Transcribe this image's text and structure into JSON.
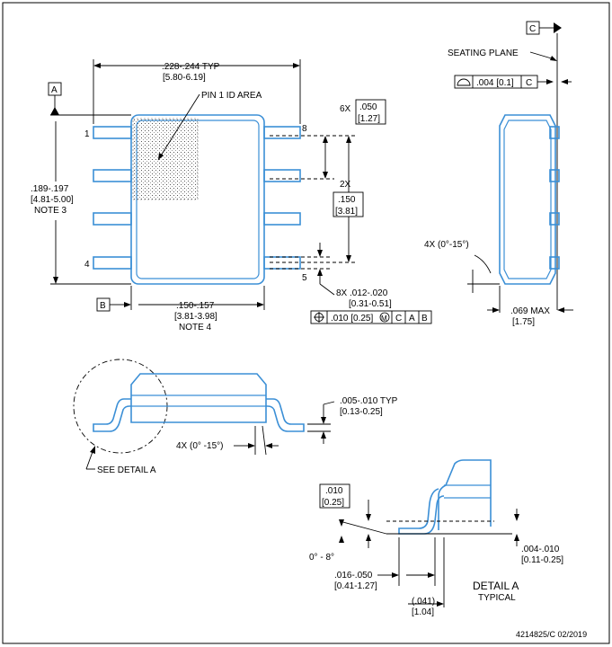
{
  "labels": {
    "datum_a": "A",
    "datum_b": "B",
    "datum_c": "C",
    "seating_plane": "SEATING PLANE",
    "flatness_value": ".004 [0.1]",
    "flatness_datum": "C",
    "width_inch": ".228-.244  TYP",
    "width_mm": "[5.80-6.19]",
    "pin1_area": "PIN 1 ID AREA",
    "pitch_count": "6X",
    "pitch_inch": ".050",
    "pitch_mm": "[1.27]",
    "span_count": "2X",
    "span_inch": ".150",
    "span_mm": "[3.81]",
    "length_inch": ".189-.197",
    "length_mm": "[4.81-5.00]",
    "length_note": "NOTE 3",
    "pin1": "1",
    "pin4": "4",
    "pin5": "5",
    "pin8": "8",
    "lead_width_inch": "8X .012-.020",
    "lead_width_mm": "[0.31-0.51]",
    "position_value": ".010 [0.25]",
    "position_modifier": "M",
    "position_datum_c": "C",
    "position_datum_a": "A",
    "position_datum_b": "B",
    "body_width_inch": ".150-.157",
    "body_width_mm": "[3.81-3.98]",
    "body_width_note": "NOTE 4",
    "draft_angle_side": "4X (0°-15°)",
    "height_inch": ".069 MAX",
    "height_mm": "[1.75]",
    "lead_thickness_inch": ".005-.010  TYP",
    "lead_thickness_mm": "[0.13-0.25]",
    "draft_angle_front": "4X (0° -15°)",
    "see_detail": "SEE DETAIL A",
    "gauge_inch": ".010",
    "gauge_mm": "[0.25]",
    "foot_angle": "0° - 8°",
    "standoff_inch": ".004-.010",
    "standoff_mm": "[0.11-0.25]",
    "foot_length_inch": ".016-.050",
    "foot_length_mm": "[0.41-1.27]",
    "foot_ref_inch": "(.041)",
    "foot_ref_mm": "[1.04]",
    "detail_title": "DETAIL A",
    "detail_subtitle": "TYPICAL",
    "drawing_number": "4214825/C  02/2019"
  }
}
